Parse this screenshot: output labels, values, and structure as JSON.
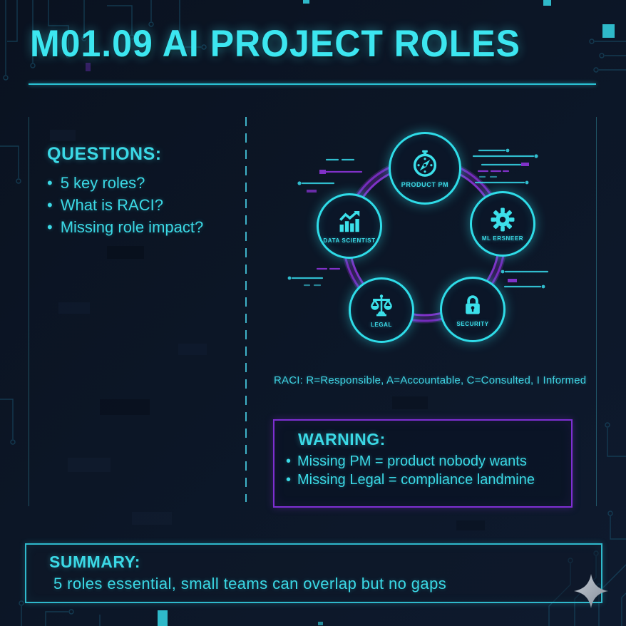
{
  "glyphs": {
    "bullet": "•"
  },
  "header": {
    "title": "M01.09 AI PROJECT ROLES"
  },
  "questions": {
    "heading": "QUESTIONS:",
    "items": [
      "5 key roles?",
      "What is RACI?",
      "Missing role impact?"
    ]
  },
  "diagram": {
    "roles": [
      {
        "label": "PRODUCT PM",
        "icon": "compass-icon"
      },
      {
        "label": "DATA SCIENTIST",
        "icon": "bar-chart-icon"
      },
      {
        "label": "ML ERSNEER",
        "icon": "gear-icon"
      },
      {
        "label": "LEGAL",
        "icon": "scales-icon"
      },
      {
        "label": "SECURITY",
        "icon": "lock-icon"
      }
    ],
    "raci_caption": "RACI: R=Responsible, A=Accountable, C=Consulted, I Informed"
  },
  "warning": {
    "heading": "WARNING:",
    "items": [
      "Missing PM = product nobody wants",
      "Missing Legal = compliance landmine"
    ]
  },
  "summary": {
    "heading": "SUMMARY:",
    "text": "5 roles essential, small teams can overlap but no gaps"
  },
  "colors": {
    "background": "#0c1626",
    "accent_cyan": "#3ce6f0",
    "text_cyan": "#3bd9e6",
    "accent_purple": "#8a2fd0",
    "ring_purple": "#7d2cc8",
    "teal_block": "#2fb9c9",
    "sparkle_gray": "#9aa3ae"
  }
}
